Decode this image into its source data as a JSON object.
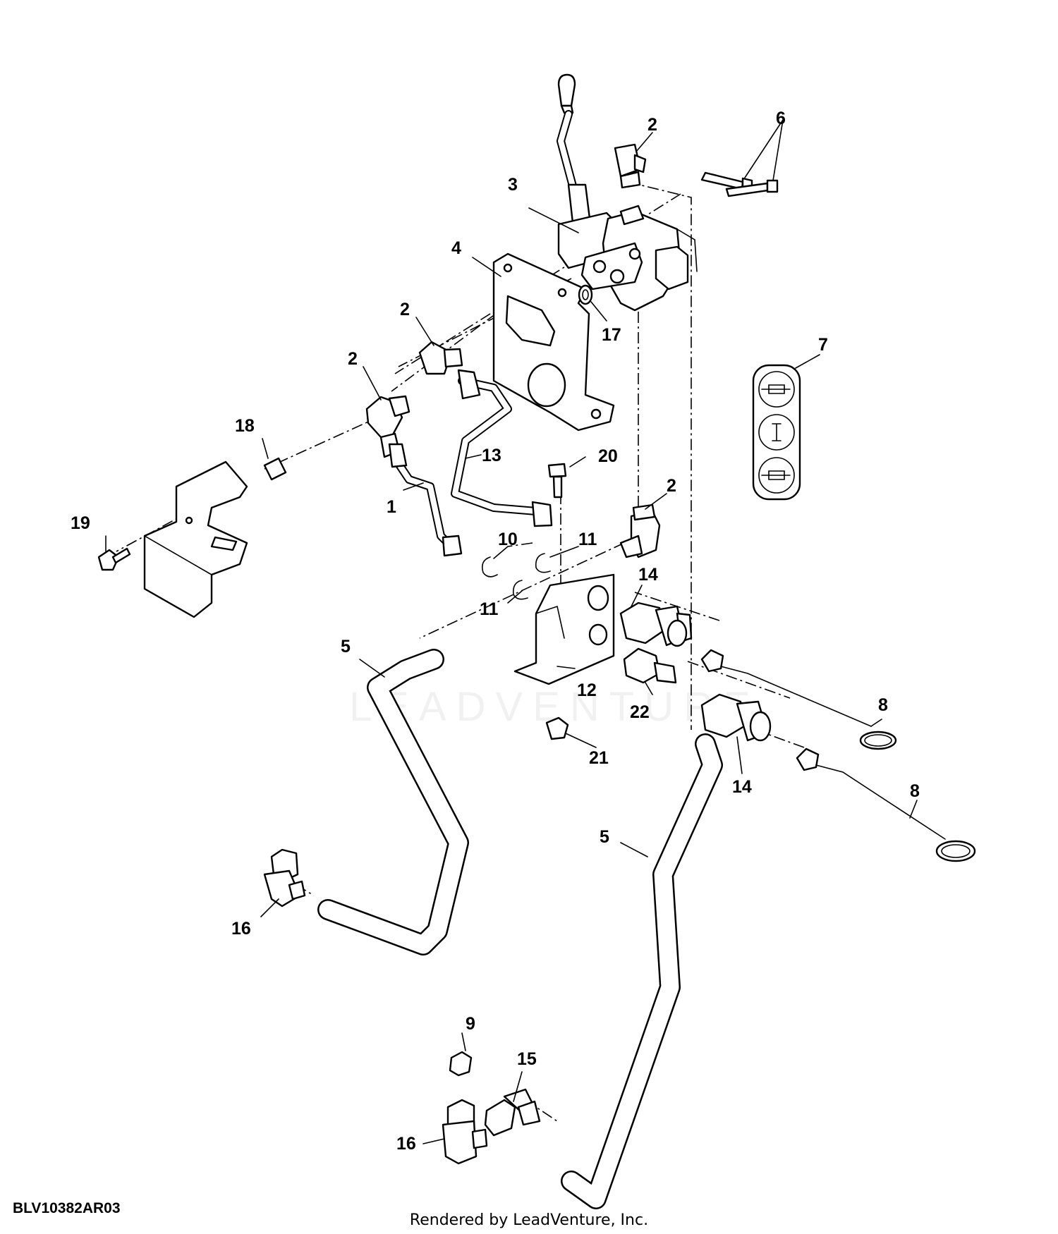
{
  "diagram": {
    "code": "BLV10382AR03",
    "credit": "Rendered by LeadVenture, Inc.",
    "watermark": "LEADVENTURE",
    "callouts": [
      "1",
      "2",
      "3",
      "4",
      "5",
      "6",
      "7",
      "8",
      "9",
      "10",
      "11",
      "12",
      "13",
      "14",
      "15",
      "16",
      "17",
      "18",
      "19",
      "20",
      "21",
      "22"
    ]
  }
}
